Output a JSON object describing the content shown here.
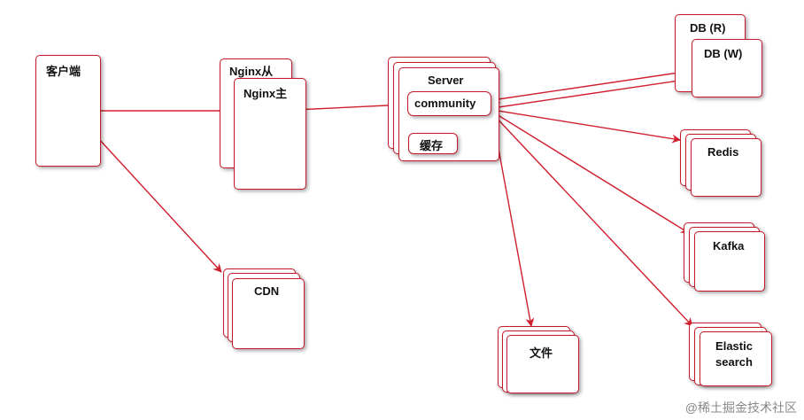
{
  "nodes": {
    "client": "客户端",
    "nginx_slave": "Nginx从",
    "nginx_master": "Nginx主",
    "server": "Server",
    "community": "community",
    "cache": "缓存",
    "db_r": "DB (R)",
    "db_w": "DB (W)",
    "redis": "Redis",
    "kafka": "Kafka",
    "elastic_line1": "Elastic",
    "elastic_line2": "search",
    "cdn": "CDN",
    "file": "文件"
  },
  "watermark": "@稀土掘金技术社区",
  "colors": {
    "line": "#d0202f",
    "box_border": "#c8192a"
  }
}
